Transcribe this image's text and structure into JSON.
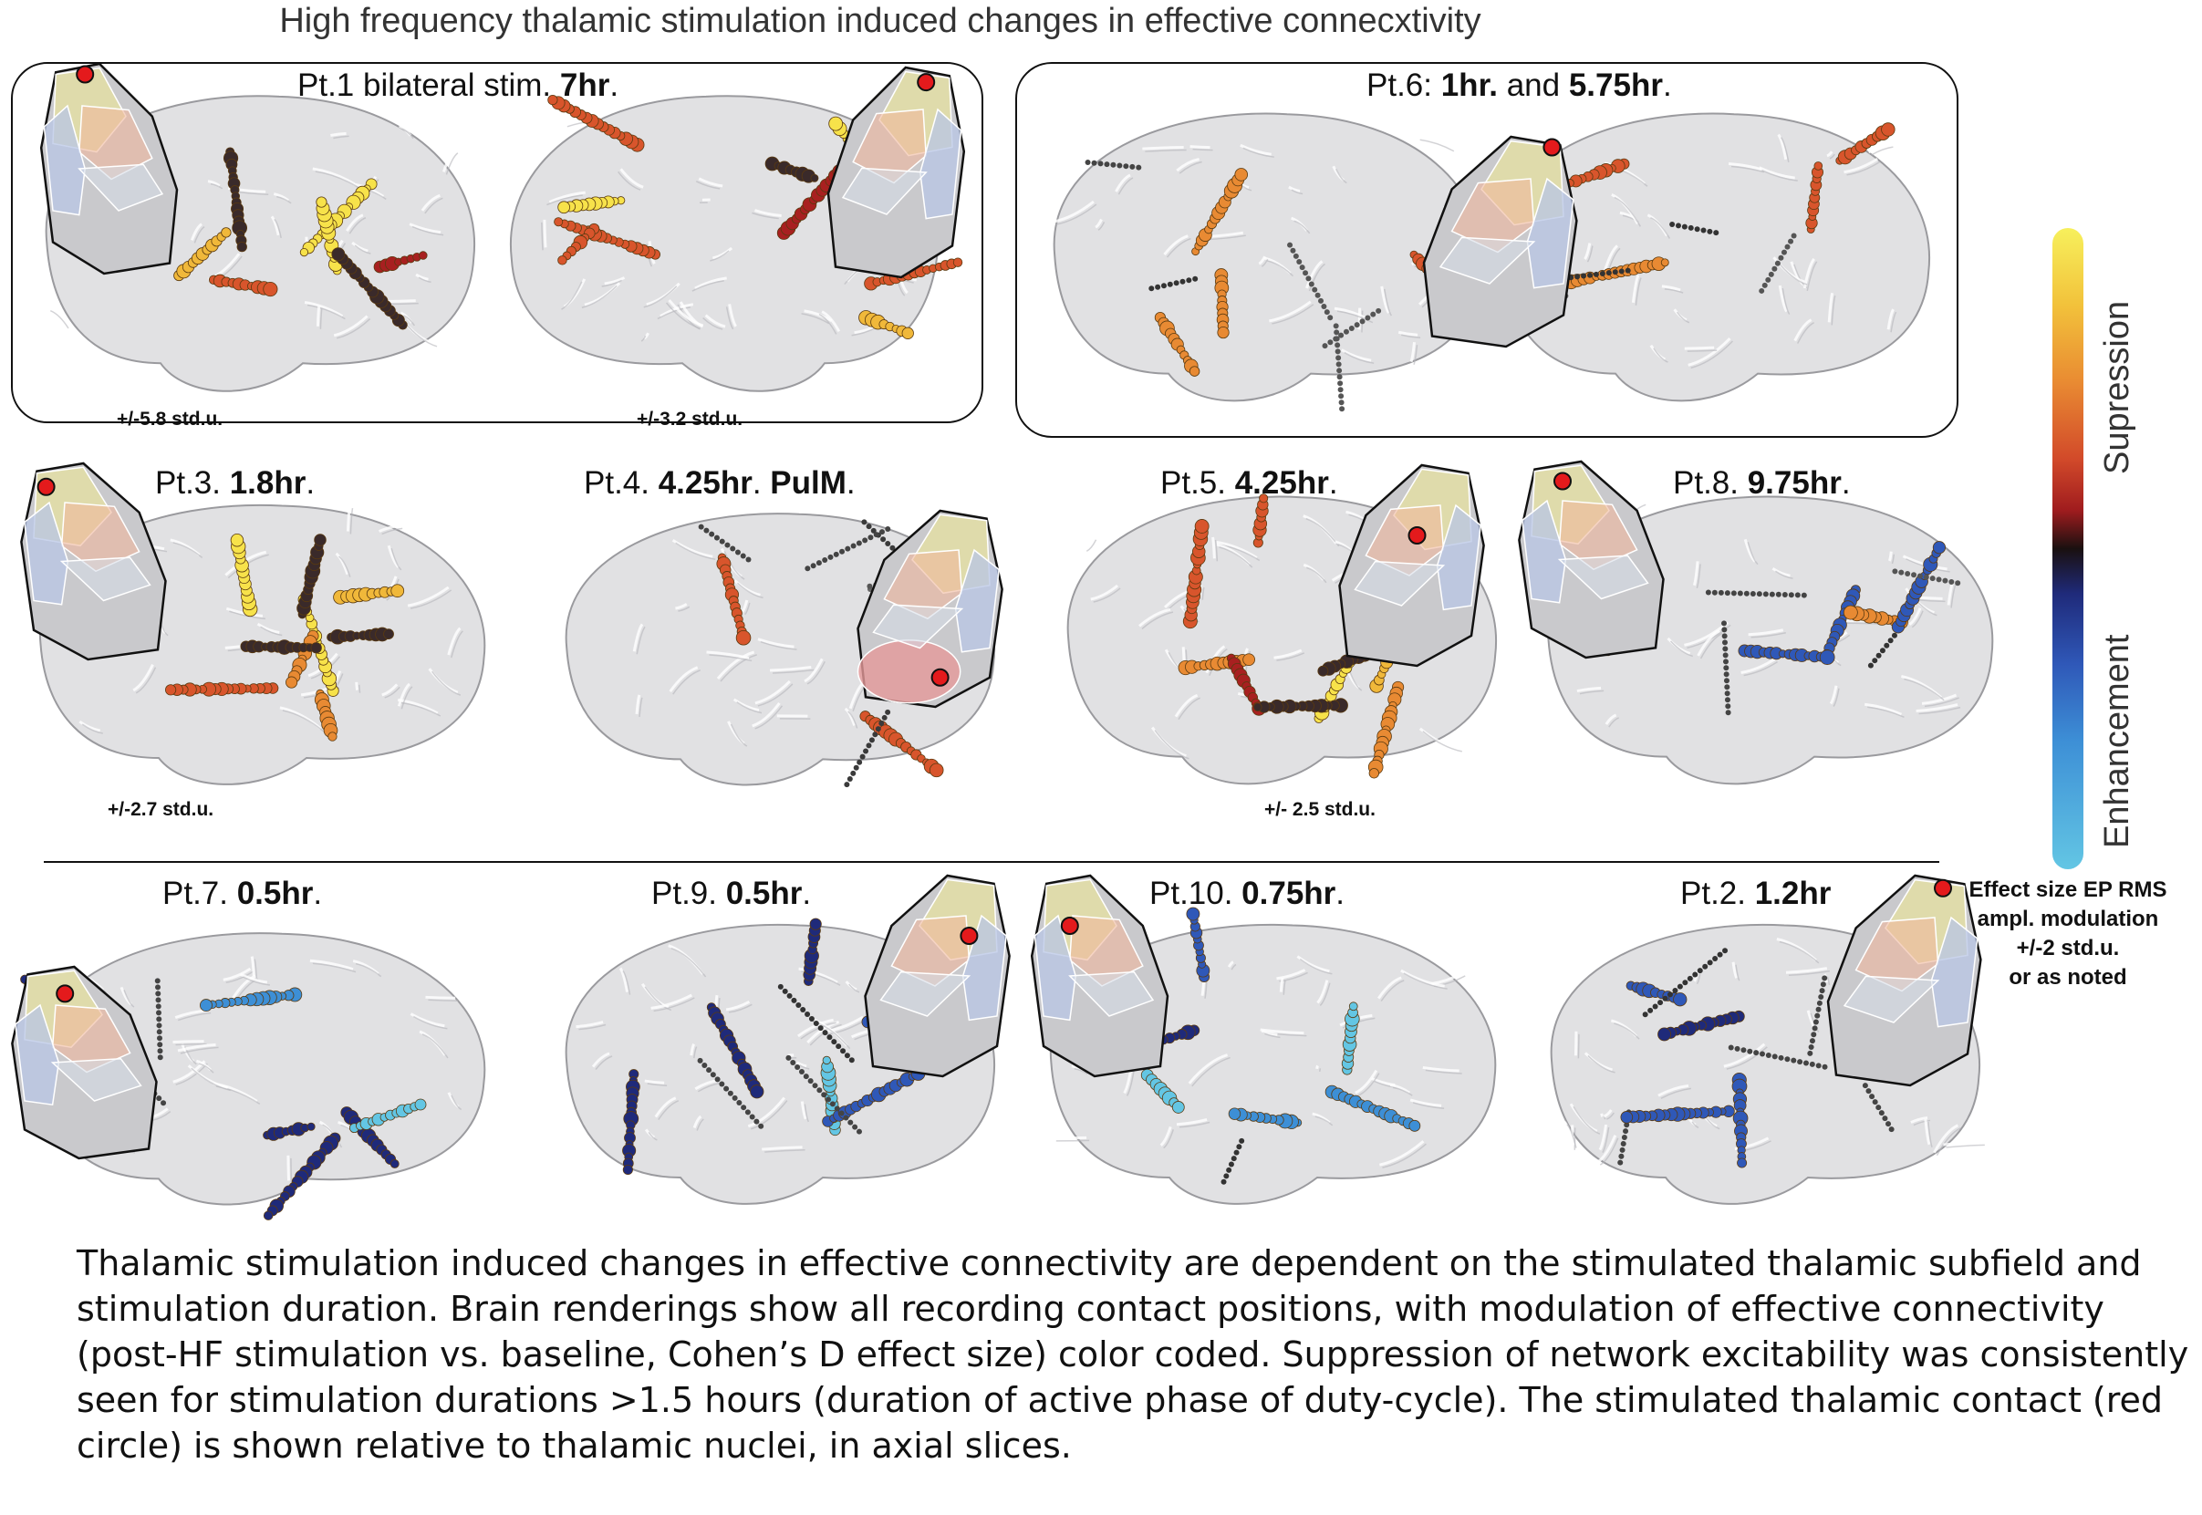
{
  "title": "High frequency thalamic stimulation induced changes in effective connecxtivity",
  "panels": [
    {
      "id": "pt1",
      "label": {
        "prefix": "Pt.1 bilateral stim. ",
        "bold": "7hr",
        "suffix": "."
      },
      "scale_notes": [
        "+/-5.8 std.u.",
        "+/-3.2 std.u."
      ],
      "modulation": "suppression"
    },
    {
      "id": "pt6",
      "label": {
        "prefix": "Pt.6: ",
        "bold": "1hr.",
        "mid": " and ",
        "bold2": "5.75hr",
        "suffix": "."
      },
      "modulation": "mixed-suppression"
    },
    {
      "id": "pt3",
      "label": {
        "prefix": "Pt.3. ",
        "bold": "1.8hr",
        "suffix": "."
      },
      "scale_notes": [
        "+/-2.7 std.u."
      ],
      "modulation": "suppression"
    },
    {
      "id": "pt4",
      "label": {
        "prefix": "Pt.4. ",
        "bold": "4.25hr",
        "mid": ". ",
        "bold2": "PulM",
        "suffix": "."
      },
      "modulation": "neutral"
    },
    {
      "id": "pt5",
      "label": {
        "prefix": "Pt.5. ",
        "bold": "4.25hr",
        "suffix": "."
      },
      "scale_notes": [
        "+/- 2.5 std.u."
      ],
      "modulation": "suppression"
    },
    {
      "id": "pt8",
      "label": {
        "prefix": "Pt.8. ",
        "bold": "9.75hr",
        "suffix": "."
      },
      "modulation": "mixed"
    },
    {
      "id": "pt7",
      "label": {
        "prefix": "Pt.7. ",
        "bold": "0.5hr",
        "suffix": "."
      },
      "modulation": "enhancement"
    },
    {
      "id": "pt9",
      "label": {
        "prefix": "Pt.9. ",
        "bold": "0.5hr",
        "suffix": "."
      },
      "modulation": "enhancement"
    },
    {
      "id": "pt10",
      "label": {
        "prefix": "Pt.10. ",
        "bold": "0.75hr",
        "suffix": "."
      },
      "modulation": "enhancement"
    },
    {
      "id": "pt2",
      "label": {
        "prefix": "Pt.2. ",
        "bold": "1.2hr",
        "suffix": ""
      },
      "modulation": "enhancement"
    }
  ],
  "colorbar": {
    "top_label": "Supression",
    "bottom_label": "Enhancement",
    "colors": [
      "#f7f05c",
      "#e98b32",
      "#a01c1e",
      "#1a1010",
      "#2f58b8",
      "#63c6e4"
    ],
    "note": [
      "Effect size EP RMS",
      "ampl. modulation",
      "+/-2 std.u.",
      "or as noted"
    ]
  },
  "caption": "Thalamic stimulation induced changes in effective connectivity are dependent on the stimulated thalamic subfield and stimulation duration. Brain renderings show all recording contact positions, with modulation of effective connectivity (post-HF stimulation vs. baseline, Cohen’s D effect size) color coded.  Suppression of network excitability was consistently seen for stimulation durations >1.5 hours (duration of active phase of duty-cycle). The stimulated thalamic contact (red circle) is shown relative to thalamic nuclei, in axial slices."
}
